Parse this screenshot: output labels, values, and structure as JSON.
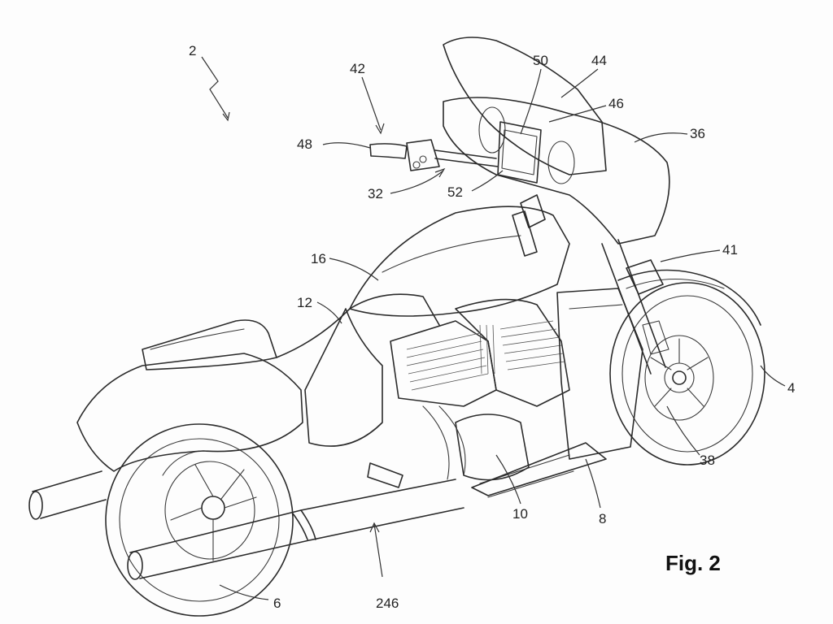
{
  "figure": {
    "title": "Fig. 2"
  },
  "reference_numerals": {
    "n2": "2",
    "n42": "42",
    "n50": "50",
    "n44": "44",
    "n46": "46",
    "n36": "36",
    "n48": "48",
    "n32": "32",
    "n52": "52",
    "n16": "16",
    "n41": "41",
    "n12": "12",
    "n4": "4",
    "n38": "38",
    "n10": "10",
    "n8": "8",
    "n6": "6",
    "n246": "246"
  }
}
